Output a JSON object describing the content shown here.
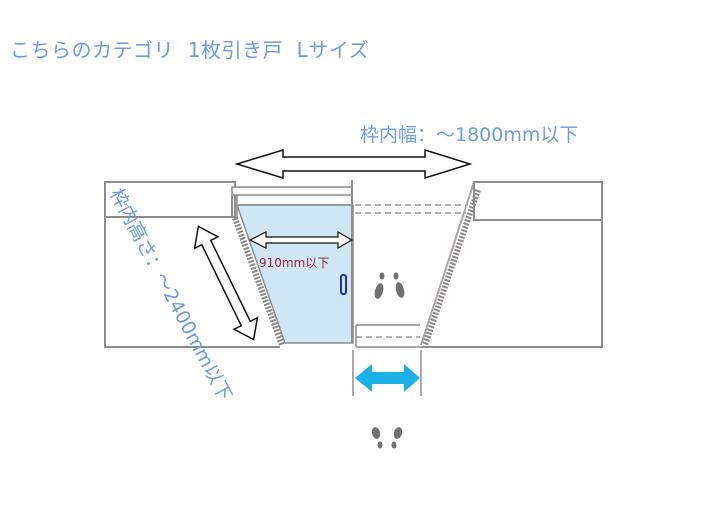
{
  "title": "こちらのカテゴリ  1枚引き戸  Lサイズ",
  "labels": {
    "frame_width": "枠内幅：～1800mm以下",
    "frame_height": "枠内高さ：～2400mm以下",
    "door_width": "910mm以下"
  },
  "colors": {
    "title_text": "#6b9be6",
    "dimension_text": "#6b9be6",
    "door_label_text": "#a0204a",
    "door_panel_fill": "#cfe6f5",
    "passage_arrow": "#1ab0e8",
    "frame_line": "#8c8c8c",
    "footprints": "#707070",
    "handle": "#2030c0"
  },
  "icons": {
    "dimension_arrows": "double-headed-arrow",
    "passage_arrow": "double-headed-arrow-filled",
    "footprints": "footprints"
  }
}
